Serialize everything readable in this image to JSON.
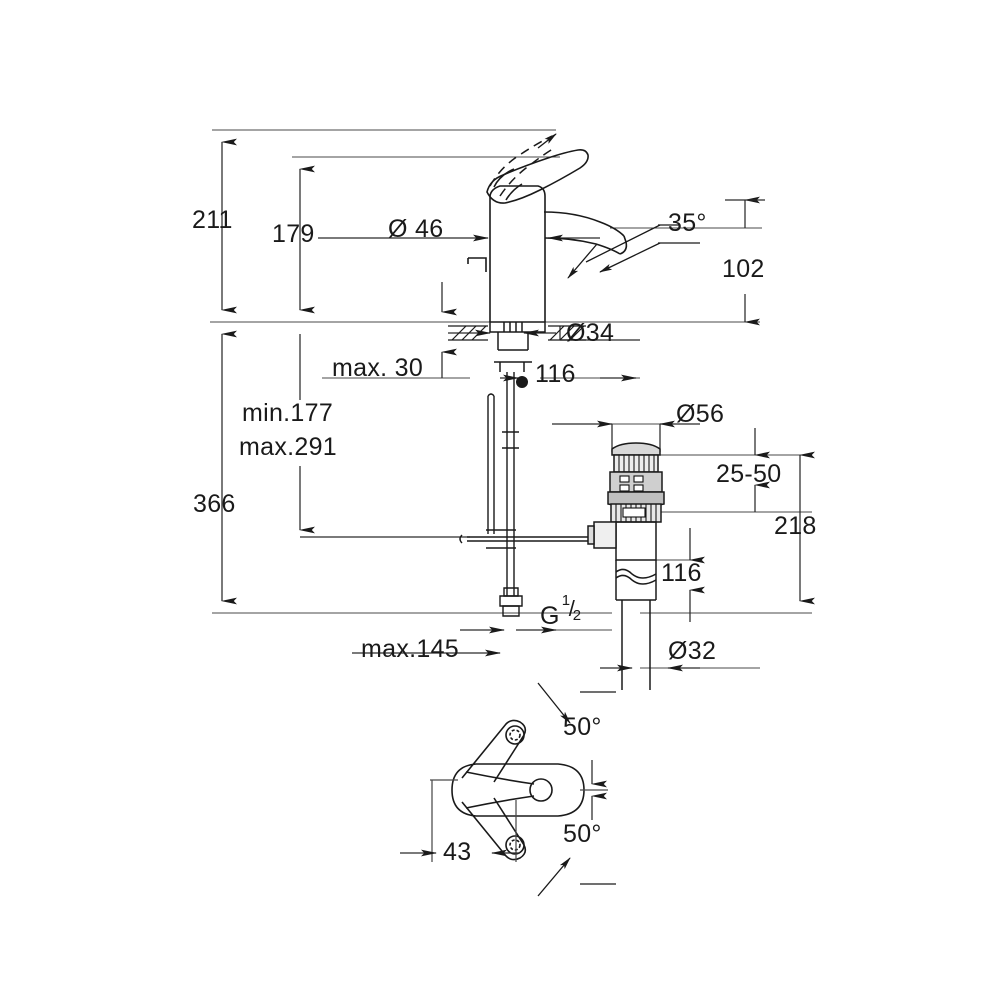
{
  "drawing": {
    "title": "Single-lever basin mixer dimensional drawing",
    "units": "mm",
    "line_color": "#1a1a1a",
    "background": "#ffffff"
  },
  "dimensions": {
    "overall_height_211": "211",
    "spout_height_179": "179",
    "spout_diameter_46": "Ø 46",
    "swivel_angle_35": "35°",
    "depth_102": "102",
    "base_diameter_34": "Ø34",
    "max_thickness_30": "max. 30",
    "reach_116": "116",
    "min_177": "min.177",
    "max_291": "max.291",
    "total_366": "366",
    "drain_flange_56": "Ø56",
    "drain_range_25_50": "25-50",
    "drain_height_218": "218",
    "drain_tail_116": "116",
    "drain_pipe_32": "Ø32",
    "connection_thread_G": "G",
    "connection_thread_num": "1",
    "connection_thread_den": "2",
    "max_145": "max.145",
    "handle_angle_top_50": "50°",
    "handle_angle_bottom_50": "50°",
    "handle_offset_43": "43"
  },
  "labels": {
    "views": {
      "front_elevation": "front-elevation-view",
      "top_plan": "top-plan-handle-view"
    }
  }
}
